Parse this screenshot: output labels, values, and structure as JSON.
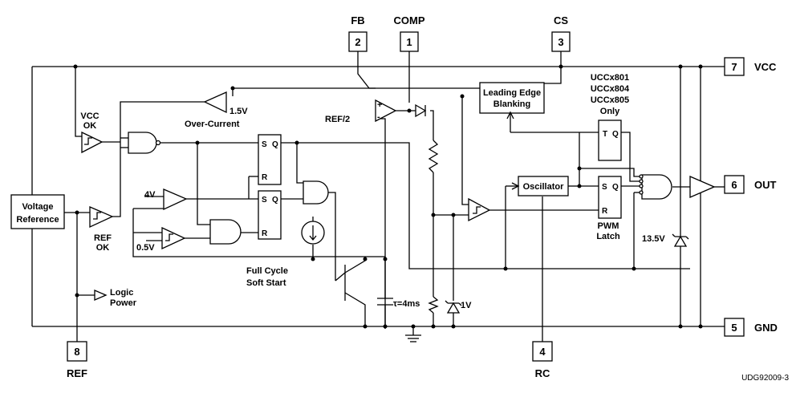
{
  "pins": [
    {
      "num": "2",
      "name": "FB"
    },
    {
      "num": "1",
      "name": "COMP"
    },
    {
      "num": "3",
      "name": "CS"
    },
    {
      "num": "7",
      "name": "VCC"
    },
    {
      "num": "6",
      "name": "OUT"
    },
    {
      "num": "5",
      "name": "GND"
    },
    {
      "num": "8",
      "name": "REF"
    },
    {
      "num": "4",
      "name": "RC"
    }
  ],
  "blocks": {
    "voltage_reference": [
      "Voltage",
      "Reference"
    ],
    "leading_edge": [
      "Leading Edge",
      "Blanking"
    ],
    "oscillator": "Oscillator",
    "pwm_latch": [
      "PWM",
      "Latch"
    ]
  },
  "labels": {
    "vcc_ok": [
      "VCC",
      "OK"
    ],
    "ref_ok": [
      "REF",
      "OK"
    ],
    "over_current": "Over-Current",
    "v15": "1.5V",
    "ref_half": "REF/2",
    "v4": "4V",
    "v05": "0.5V",
    "full_cycle": [
      "Full Cycle",
      "Soft Start"
    ],
    "logic_power": [
      "Logic",
      "Power"
    ],
    "tau": "τ=4ms",
    "v1": "1V",
    "v135": "13.5V",
    "ucc_only": [
      "UCCx801",
      "UCCx804",
      "UCCx805",
      "Only"
    ]
  },
  "flipflops": {
    "S": "S",
    "Q": "Q",
    "R": "R",
    "T": "T"
  },
  "footer": "UDG92009-3"
}
